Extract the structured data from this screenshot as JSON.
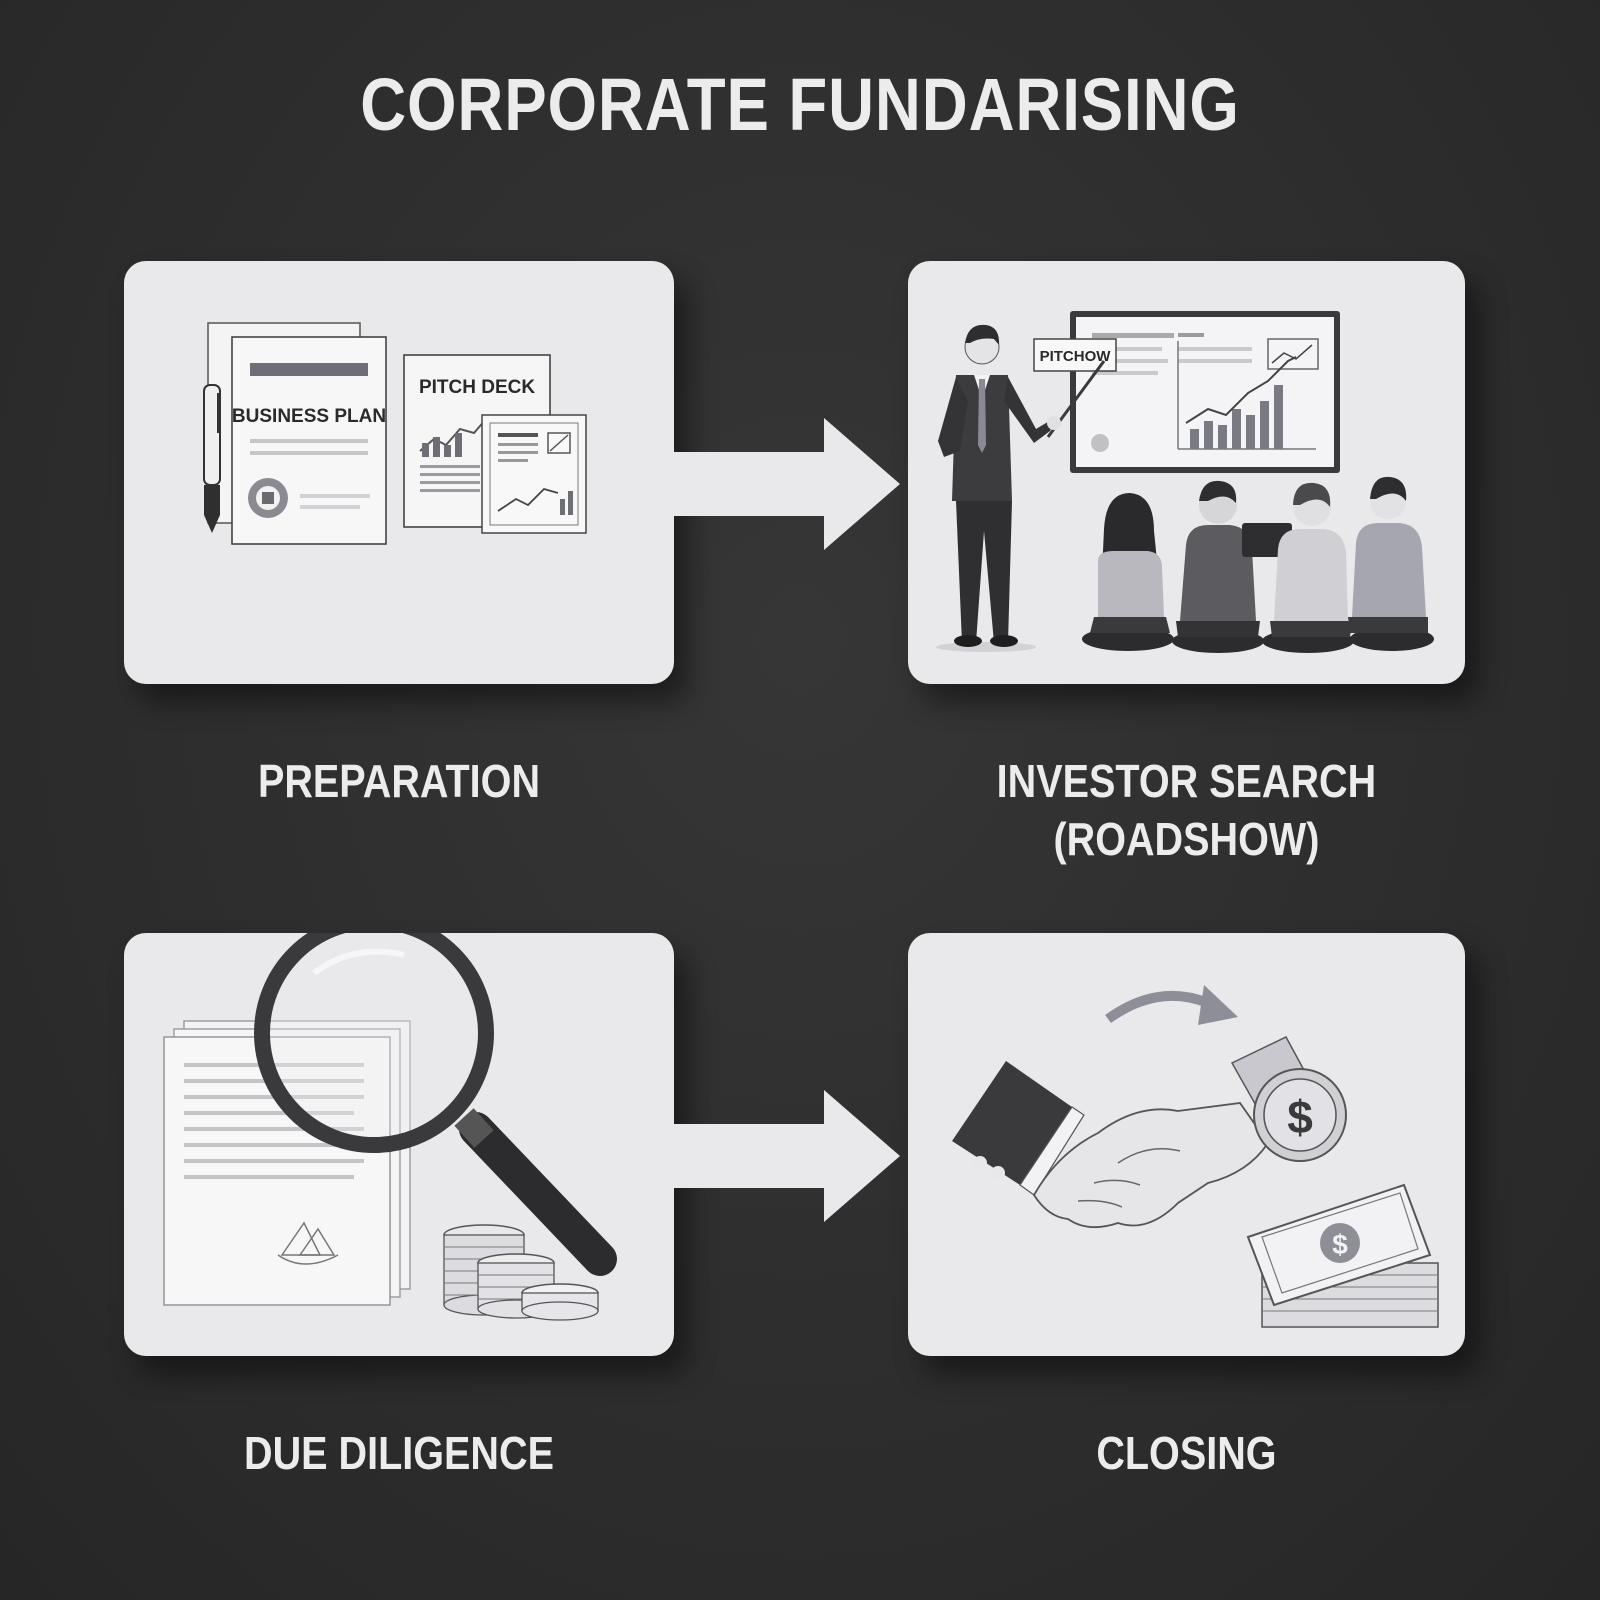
{
  "title": "CORPORATE FUNDARISING",
  "steps": [
    {
      "label_lines": [
        "PREPARATION"
      ],
      "icon": "business-plan-and-pitch-deck-icon",
      "doc_labels": {
        "business_plan": "BUSINESS PLAN",
        "pitch_deck": "PITCH DECK"
      }
    },
    {
      "label_lines": [
        "INVESTOR SEARCH",
        "(ROADSHOW)"
      ],
      "icon": "presenter-and-audience-icon",
      "sign_text": "PITCHOW"
    },
    {
      "label_lines": [
        "DUE DILIGENCE"
      ],
      "icon": "magnifying-glass-over-documents-icon"
    },
    {
      "label_lines": [
        "CLOSING"
      ],
      "icon": "handshake-and-money-icon",
      "symbol": "$"
    }
  ],
  "colors": {
    "background": "#2b2b2b",
    "card": "#e9e9eb",
    "text": "#ececec",
    "illustration_dark": "#3a3a3c",
    "illustration_mid": "#8e8e96"
  }
}
